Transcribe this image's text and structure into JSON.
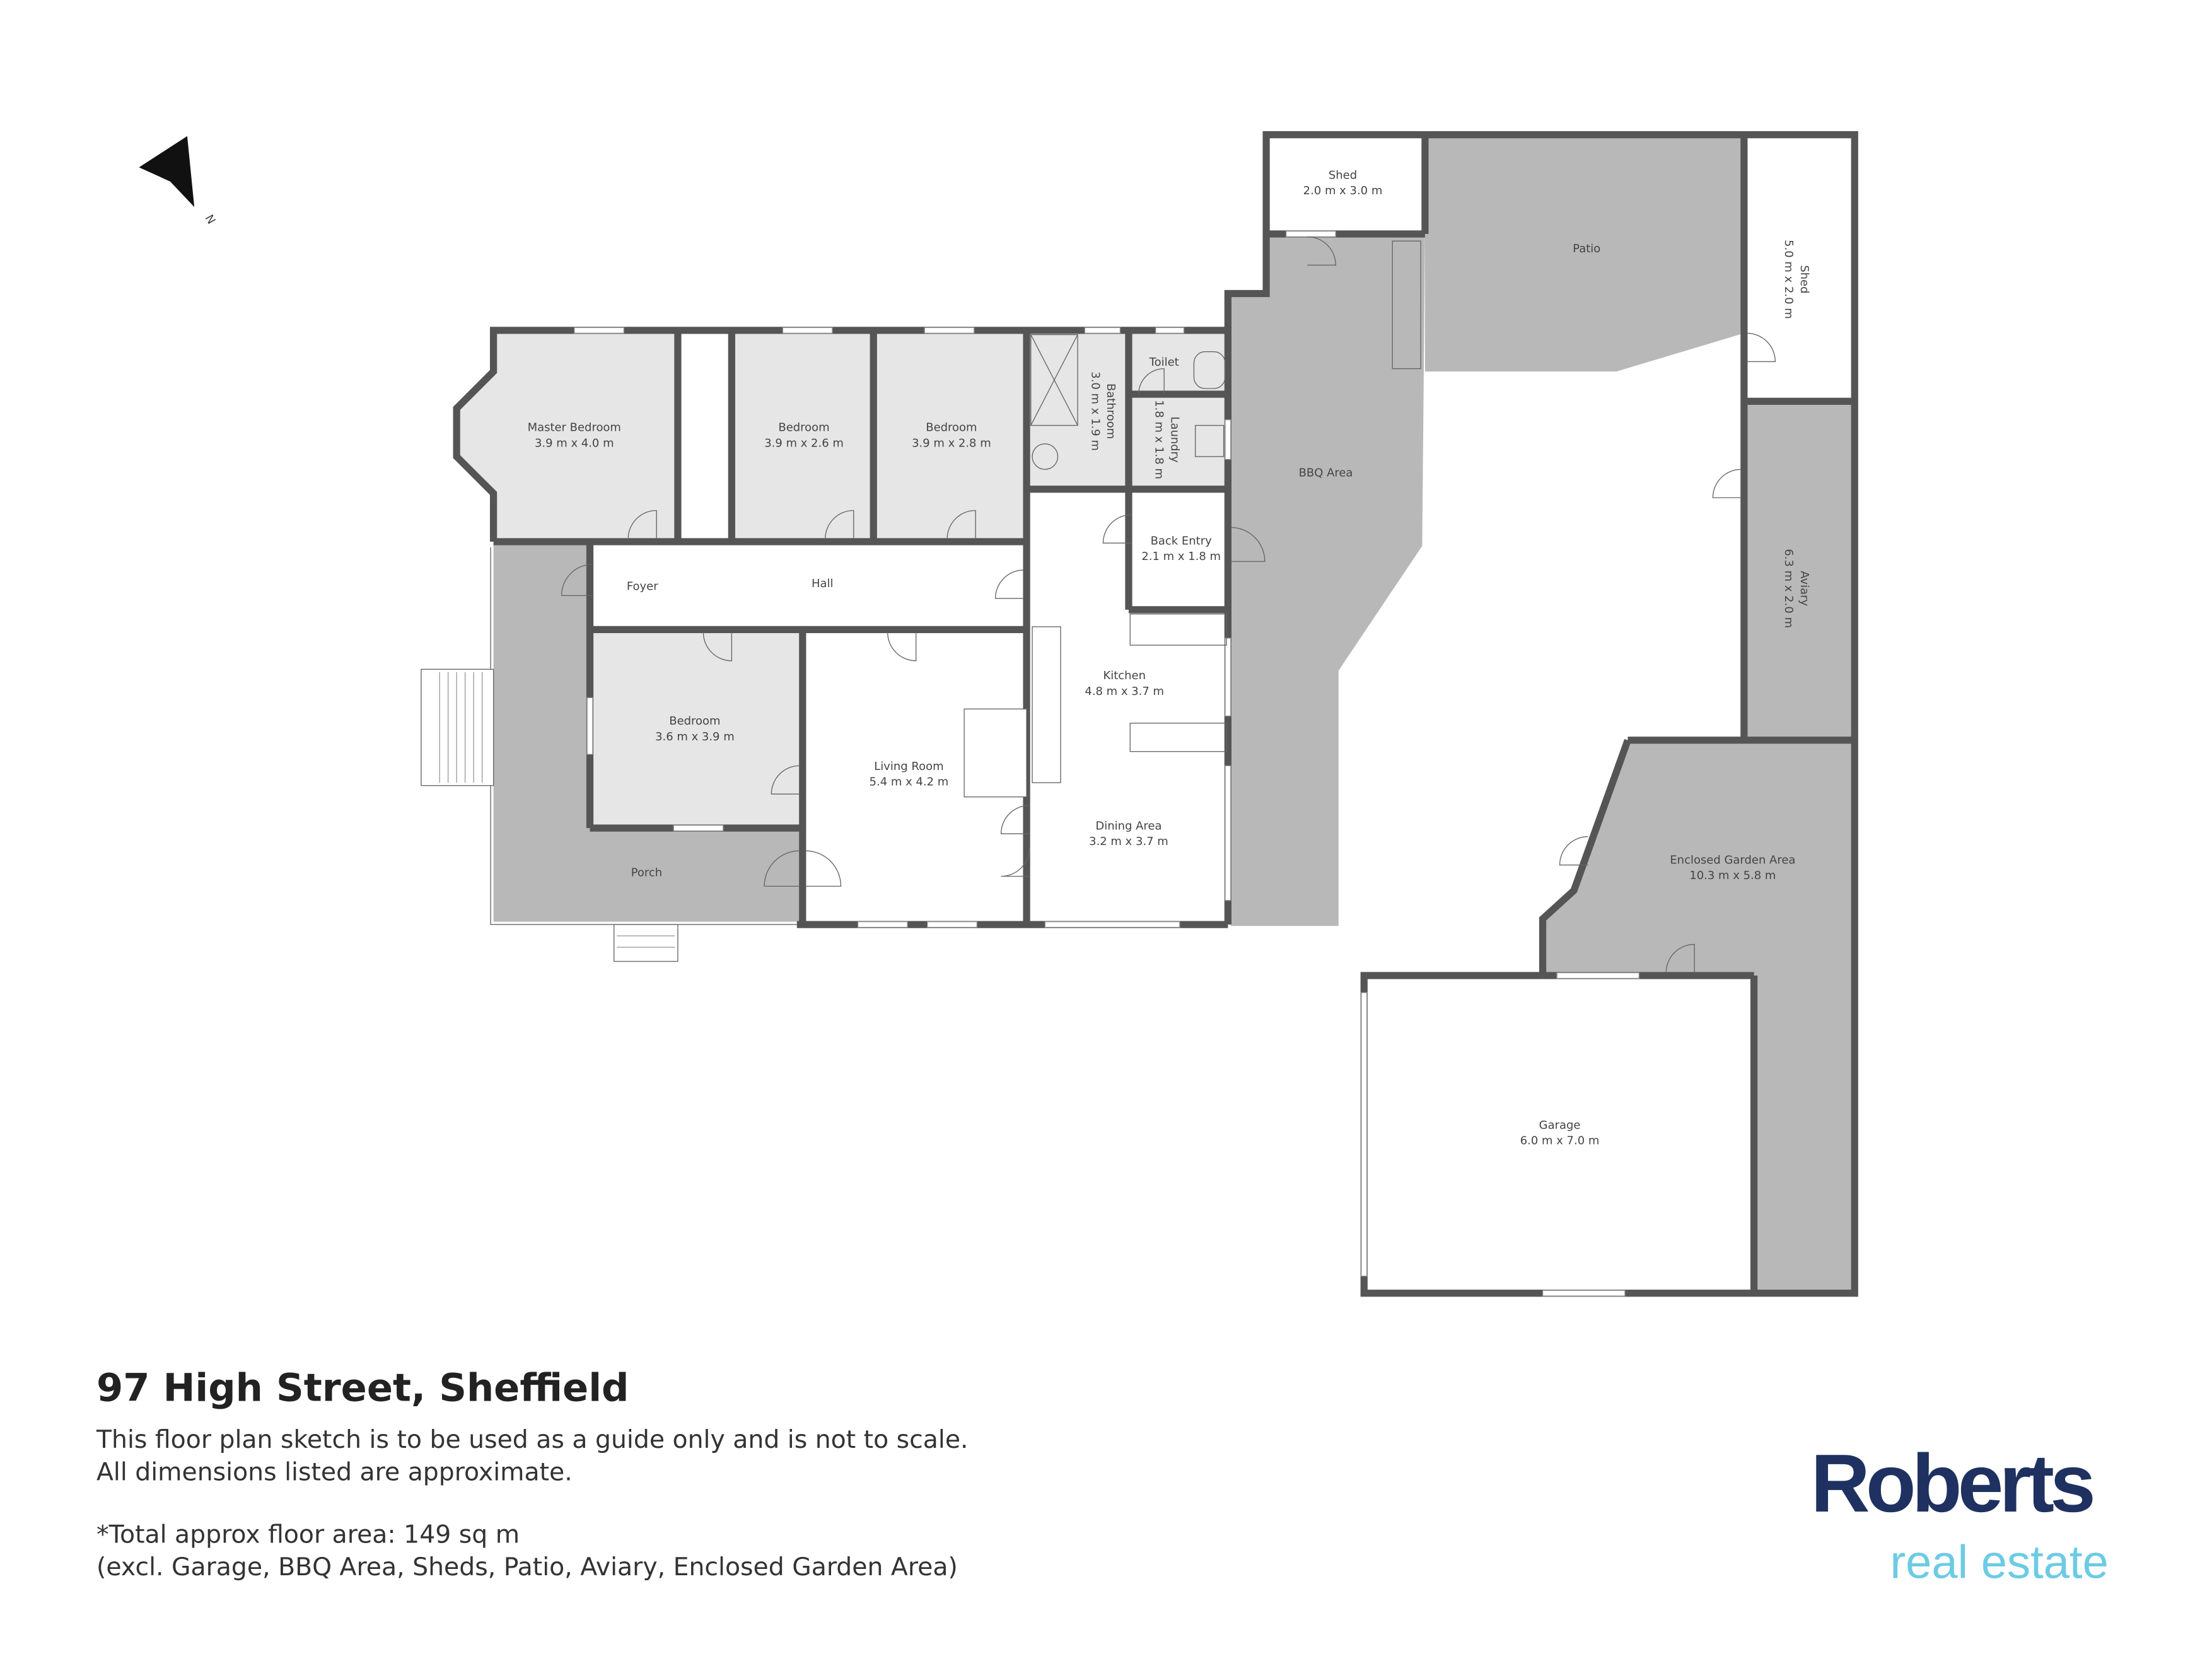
{
  "compass": {
    "label": "N"
  },
  "rooms": {
    "shed1": {
      "name": "Shed",
      "dims": "2.0 m x 3.0 m"
    },
    "patio": {
      "name": "Patio"
    },
    "shed2": {
      "name": "Shed",
      "dims": "5.0 m x 2.0 m"
    },
    "toilet": {
      "name": "Toilet"
    },
    "bathroom": {
      "name": "Bathroom",
      "dims": "3.0 m x 1.9 m"
    },
    "laundry": {
      "name": "Laundry",
      "dims": "1.8 m x 1.8 m"
    },
    "master": {
      "name": "Master Bedroom",
      "dims": "3.9 m x 4.0 m"
    },
    "bed2": {
      "name": "Bedroom",
      "dims": "3.9 m x 2.6 m"
    },
    "bed3": {
      "name": "Bedroom",
      "dims": "3.9 m x 2.8 m"
    },
    "bbq": {
      "name": "BBQ Area"
    },
    "backentry": {
      "name": "Back Entry",
      "dims": "2.1 m x 1.8 m"
    },
    "aviary": {
      "name": "Aviary",
      "dims": "6.3 m x 2.0 m"
    },
    "foyer": {
      "name": "Foyer"
    },
    "hall": {
      "name": "Hall"
    },
    "kitchen": {
      "name": "Kitchen",
      "dims": "4.8 m x 3.7 m"
    },
    "bed4": {
      "name": "Bedroom",
      "dims": "3.6 m x 3.9 m"
    },
    "living": {
      "name": "Living Room",
      "dims": "5.4 m x 4.2 m"
    },
    "dining": {
      "name": "Dining Area",
      "dims": "3.2 m x 3.7 m"
    },
    "garden": {
      "name": "Enclosed Garden Area",
      "dims": "10.3 m x 5.8 m"
    },
    "porch": {
      "name": "Porch"
    },
    "garage": {
      "name": "Garage",
      "dims": "6.0 m x 7.0 m"
    }
  },
  "footer": {
    "title": "97 High Street, Sheffield",
    "disclaimer1": "This floor plan sketch is to be used as a guide only and is not to scale.",
    "disclaimer2": "All dimensions listed are approximate.",
    "area": "*Total approx floor area: 149 sq m",
    "excl": "(excl. Garage, BBQ Area, Sheds, Patio, Aviary, Enclosed Garden Area)"
  },
  "logo": {
    "line1": "Roberts",
    "line2": "real estate",
    "navy": "#1f3160",
    "blue": "#6ccbe4"
  }
}
